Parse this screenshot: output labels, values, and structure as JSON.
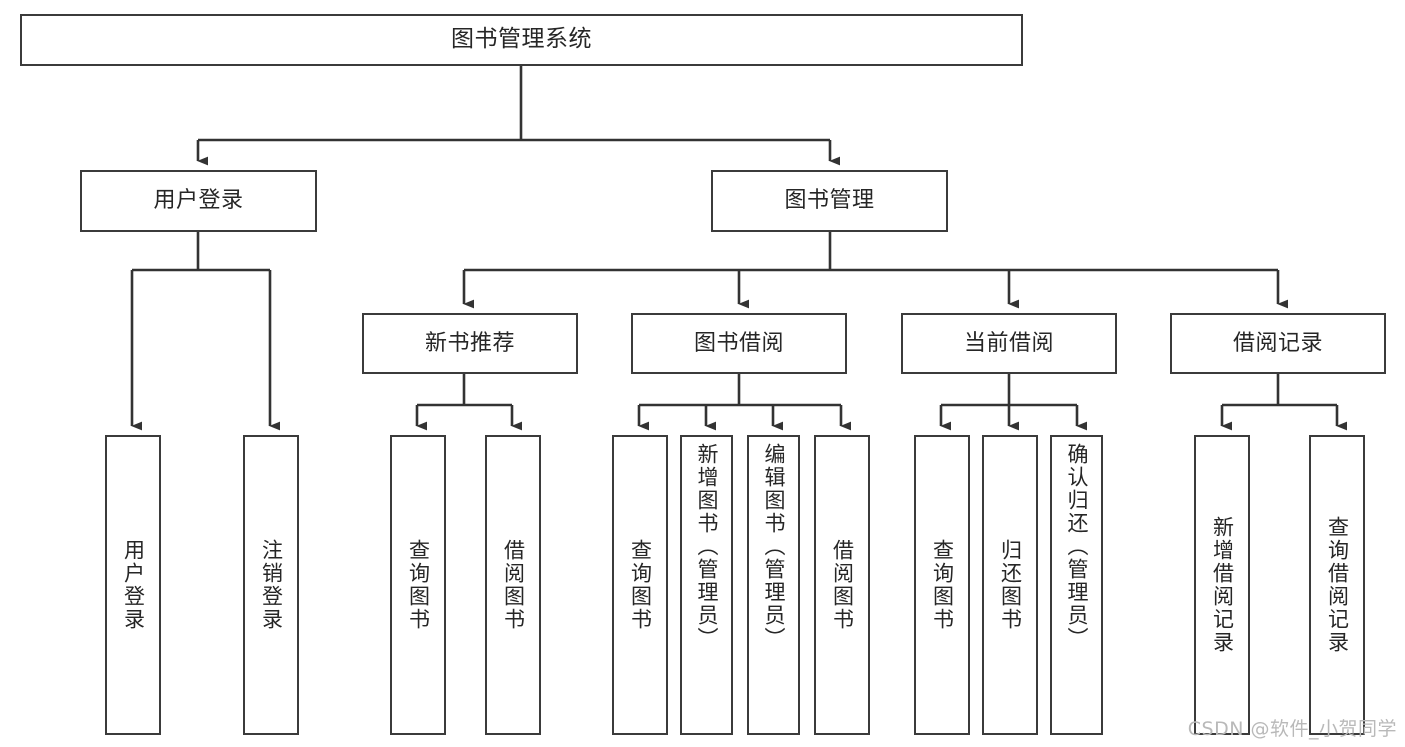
{
  "diagram": {
    "type": "tree-hierarchy",
    "title": "图书管理系统",
    "orientation": "top-down",
    "colors": {
      "node_border": "#3b3b3b",
      "node_fill": "#ffffff",
      "connector": "#333333",
      "text": "#262626",
      "watermark": "#b9b9b9",
      "background": "#ffffff"
    },
    "root": {
      "label": "图书管理系统"
    },
    "level2": [
      {
        "label": "用户登录"
      },
      {
        "label": "图书管理"
      }
    ],
    "level3": [
      {
        "label": "新书推荐"
      },
      {
        "label": "图书借阅"
      },
      {
        "label": "当前借阅"
      },
      {
        "label": "借阅记录"
      }
    ],
    "leaves": {
      "user_login": [
        {
          "label": "用户登录"
        },
        {
          "label": "注销登录"
        }
      ],
      "new_book_recommend": [
        {
          "label": "查询图书"
        },
        {
          "label": "借阅图书"
        }
      ],
      "book_borrow": [
        {
          "label": "查询图书"
        },
        {
          "label": "新增图书（管理员）"
        },
        {
          "label": "编辑图书（管理员）"
        },
        {
          "label": "借阅图书"
        }
      ],
      "current_borrow": [
        {
          "label": "查询图书"
        },
        {
          "label": "归还图书"
        },
        {
          "label": "确认归还（管理员）"
        }
      ],
      "borrow_record": [
        {
          "label": "新增借阅记录"
        },
        {
          "label": "查询借阅记录"
        }
      ]
    }
  },
  "watermark": {
    "text": "CSDN @软件_小贺同学"
  }
}
